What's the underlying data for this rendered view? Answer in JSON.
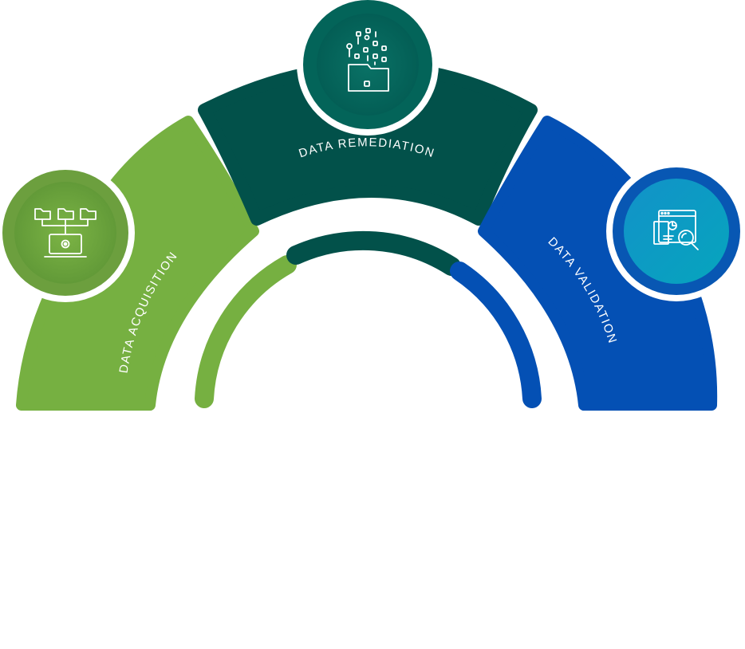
{
  "colors": {
    "acquisition": "#76b041",
    "remediation": "#02514a",
    "validation": "#0450b4"
  },
  "stages": [
    {
      "id": "acquisition",
      "label": "DATA ACQUISITION",
      "icon": "folder-network-laptop-gear-icon",
      "color": "#76b041"
    },
    {
      "id": "remediation",
      "label": "DATA REMEDIATION",
      "icon": "folder-data-bits-icon",
      "color": "#02514a"
    },
    {
      "id": "validation",
      "label": "DATA VALIDATION",
      "icon": "report-magnifier-icon",
      "color": "#0450b4"
    }
  ]
}
